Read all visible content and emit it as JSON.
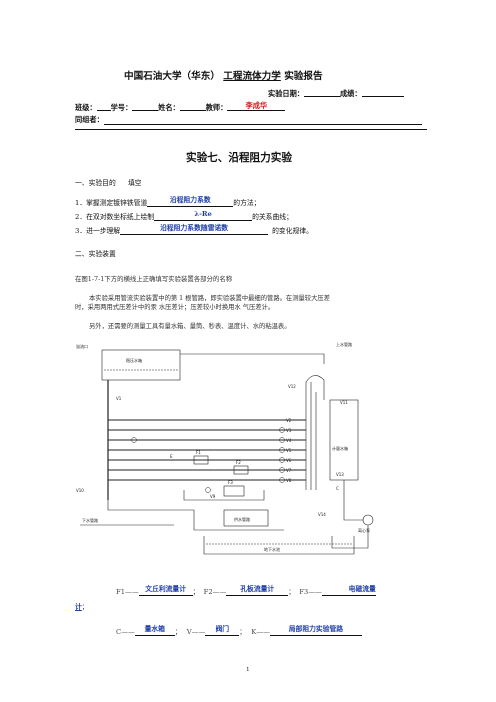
{
  "header": {
    "university": "中国石油大学（华东）",
    "course": "工程流体力学",
    "report": "实验报告"
  },
  "meta": {
    "date_label": "实验日期：",
    "score_label": "成绩：",
    "class_label": "班级：",
    "student_id_label": "学号：",
    "name_label": "姓名：",
    "teacher_label": "教师：",
    "teacher_value": "李成华",
    "group_label": "同组者："
  },
  "experiment_title": "实验七、沿程阻力实验",
  "section1": {
    "title": "一、实验目的",
    "note": "填空",
    "items": [
      {
        "prefix": "1．掌握测定镀锌铁管道",
        "answer": "沿程阻力系数",
        "suffix": "的方法；"
      },
      {
        "prefix": "2．在双对数坐标纸上绘制",
        "answer": "λ-Re",
        "suffix": "的关系曲线；"
      },
      {
        "prefix": "3．进一步理解",
        "answer": "沿程阻力系数随雷诺数",
        "suffix": "的变化规律。"
      }
    ]
  },
  "section2": {
    "title": "二、实验装置",
    "intro": "在图1-7-1下方的横线上正确填写实验装置各部分的名称",
    "para1_line1": "本实验采用管流实验装置中的第 1 根管路，即实验装置中最细的管路。在测量较大压差",
    "para1_line2": "时，采用两用式压差计中的汞 水压差计；压差较小时换用水 气压差计。",
    "para2": "另外，还需要的测量工具有量水箱、量筒、秒表、温度计、水的粘温表。"
  },
  "diagram": {
    "labels": {
      "inlet": "溢流口",
      "pressure_tank": "稳压水箱",
      "upper_tank": "上水管路",
      "metering_tank": "计量水箱",
      "supply_box": "供水管路",
      "sump": "地下水池",
      "pump": "离心泵",
      "lower_pipe": "下水管路",
      "v1": "V1",
      "v2": "V2",
      "v3": "V3",
      "v4": "V4",
      "v5": "V5",
      "v6": "V6",
      "v7": "V7",
      "v8": "V8",
      "v9": "V9",
      "v10": "V10",
      "v11": "V11",
      "v12": "V12",
      "v13": "V13",
      "v14": "V14",
      "f1": "F1",
      "f2": "F2",
      "f3": "F3",
      "e": "E",
      "c": "C"
    }
  },
  "answers": {
    "f1_label": "F1——",
    "f1": "文丘利流量计",
    "f2_label": "F2——",
    "f2": "孔板流量计",
    "f3_label": "F3——",
    "f3_part1": "电磁流量",
    "f3_part2": "计",
    "c_label": "C——",
    "c": "量水箱",
    "v_label": "V——",
    "v": "阀门",
    "k_label": "K——",
    "k": "局部阻力实验管路",
    "sep": "；"
  },
  "page_number": "1"
}
